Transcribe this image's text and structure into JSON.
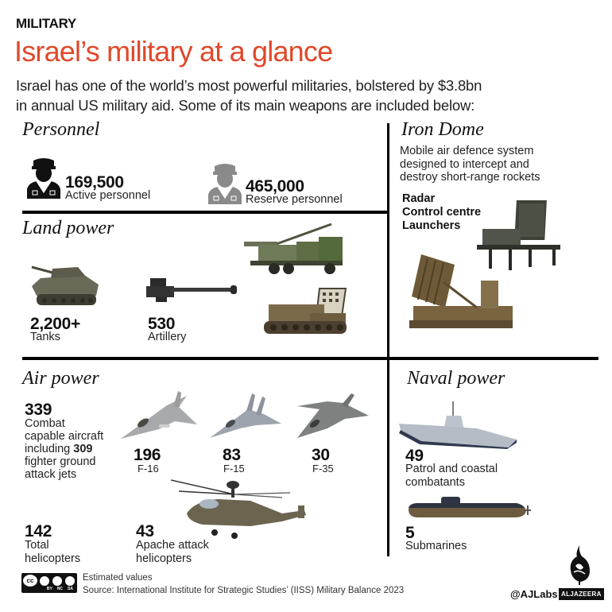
{
  "header": {
    "kicker": "MILITARY",
    "title": "Israel’s military at a glance",
    "intro_line1": "Israel has one of the world’s most powerful militaries, bolstered by $3.8bn",
    "intro_line2": "in annual US military aid. Some of its main weapons are included below:"
  },
  "colors": {
    "title": "#E0482A",
    "text": "#111111",
    "divider": "#000000",
    "reserve_icon": "#8a8a8a"
  },
  "personnel": {
    "title": "Personnel",
    "active": {
      "value": "169,500",
      "label": "Active personnel",
      "icon": "soldier-icon"
    },
    "reserve": {
      "value": "465,000",
      "label": "Reserve personnel",
      "icon": "soldier-icon-grey"
    }
  },
  "iron_dome": {
    "title": "Iron Dome",
    "desc_line1": "Mobile air defence system",
    "desc_line2": "designed to intercept and",
    "desc_line3": "destroy short-range rockets",
    "components": [
      "Radar",
      "Control centre",
      "Launchers"
    ]
  },
  "land_power": {
    "title": "Land power",
    "tanks": {
      "value": "2,200+",
      "label": "Tanks"
    },
    "artillery": {
      "value": "530",
      "label": "Artillery"
    }
  },
  "air_power": {
    "title": "Air power",
    "combat": {
      "value": "339",
      "label_line1": "Combat",
      "label_line2": "capable aircraft",
      "label_line3_pre": "including ",
      "label_line3_bold": "309",
      "label_line4": "fighter ground",
      "label_line5": "attack jets"
    },
    "aircraft": [
      {
        "value": "196",
        "label": "F-16"
      },
      {
        "value": "83",
        "label": "F-15"
      },
      {
        "value": "30",
        "label": "F-35"
      }
    ],
    "helicopters": {
      "value": "142",
      "label_line1": "Total",
      "label_line2": "helicopters"
    },
    "apache": {
      "value": "43",
      "label_line1": "Apache attack",
      "label_line2": "helicopters"
    }
  },
  "naval_power": {
    "title": "Naval power",
    "patrol": {
      "value": "49",
      "label_line1": "Patrol and coastal",
      "label_line2": "combatants"
    },
    "submarines": {
      "value": "5",
      "label": "Submarines"
    }
  },
  "footer": {
    "note": "Estimated values",
    "source": "Source: International Institute for Strategic Studies’ (IISS) Military Balance 2023",
    "license": {
      "cc": "cc",
      "by": "BY",
      "nc": "NC",
      "sa": "SA"
    },
    "handle": "@AJLabs",
    "brand": "ALJAZEERA"
  }
}
